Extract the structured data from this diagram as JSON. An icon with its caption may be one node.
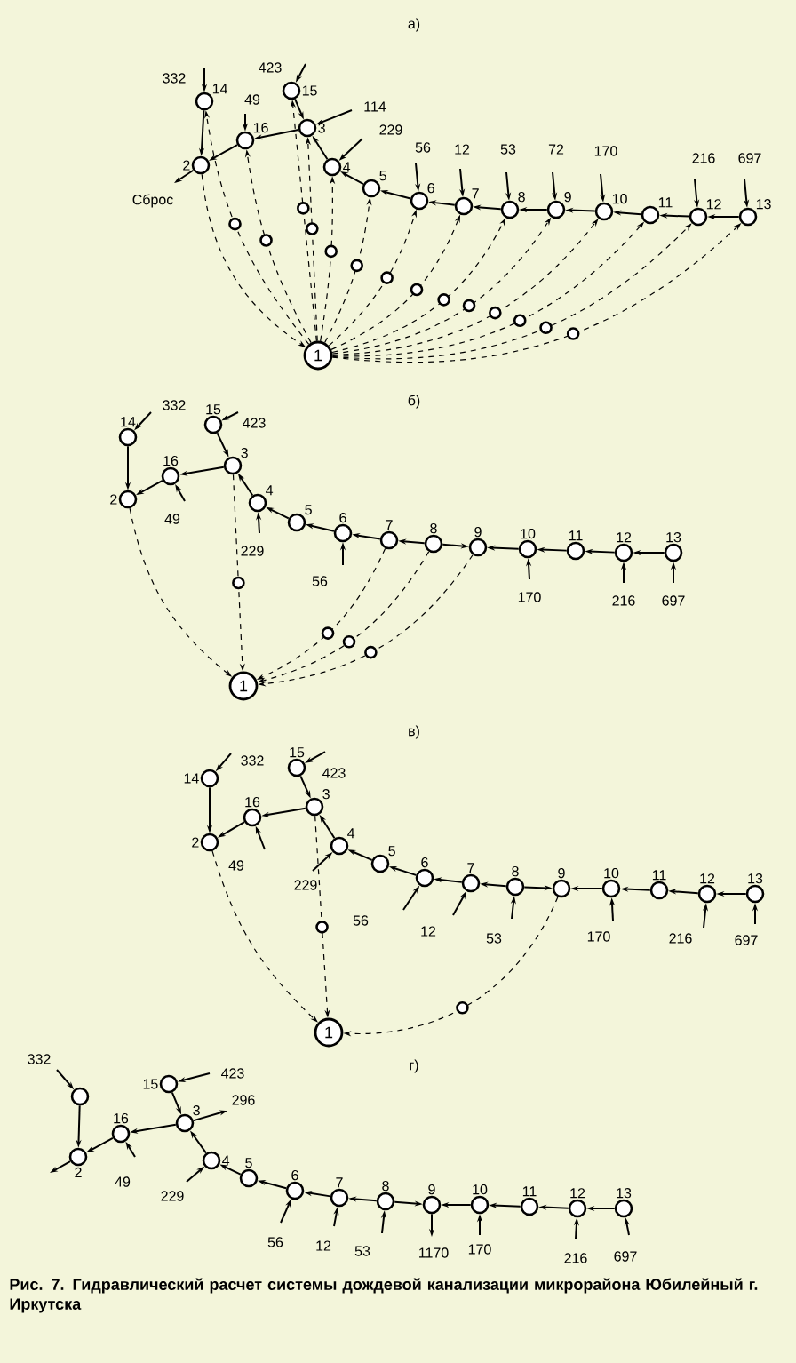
{
  "diagram": {
    "caption": "Рис. 7. Гидравлический расчет системы дождевой канализации микрорайона Юбилейный г. Иркутска",
    "nodes": [
      {
        "text": [
          "1"
        ]
      },
      {
        "text": [
          "2"
        ]
      },
      {
        "text": [
          "3"
        ]
      },
      {
        "text": [
          "4"
        ]
      },
      {
        "text": [
          "5"
        ]
      },
      {
        "text": [
          "6"
        ]
      },
      {
        "text": [
          "7"
        ]
      },
      {
        "text": [
          "8"
        ]
      },
      {
        "text": [
          "9"
        ]
      },
      {
        "text": [
          "10"
        ]
      },
      {
        "text": [
          "11"
        ]
      },
      {
        "text": [
          "12"
        ]
      },
      {
        "text": [
          "13"
        ]
      },
      {
        "text": [
          "14"
        ]
      },
      {
        "text": [
          "15"
        ]
      },
      {
        "text": [
          "16"
        ]
      },
      {
        "text": [
          "1"
        ]
      },
      {
        "text": [
          "2"
        ]
      },
      {
        "text": [
          "3"
        ]
      },
      {
        "text": [
          "4"
        ]
      },
      {
        "text": [
          "5"
        ]
      },
      {
        "text": [
          "6"
        ]
      },
      {
        "text": [
          "7"
        ]
      },
      {
        "text": [
          "8"
        ]
      },
      {
        "text": [
          "9"
        ]
      },
      {
        "text": [
          "10"
        ]
      },
      {
        "text": [
          "11"
        ]
      },
      {
        "text": [
          "12"
        ]
      },
      {
        "text": [
          "13"
        ]
      },
      {
        "text": [
          "14"
        ]
      },
      {
        "text": [
          "15"
        ]
      },
      {
        "text": [
          "16"
        ]
      },
      {
        "text": [
          "1"
        ]
      },
      {
        "text": [
          "2"
        ]
      },
      {
        "text": [
          "3"
        ]
      },
      {
        "text": [
          "4"
        ]
      },
      {
        "text": [
          "5"
        ]
      },
      {
        "text": [
          "6"
        ]
      },
      {
        "text": [
          "7"
        ]
      },
      {
        "text": [
          "8"
        ]
      },
      {
        "text": [
          "9"
        ]
      },
      {
        "text": [
          "10"
        ]
      },
      {
        "text": [
          "11"
        ]
      },
      {
        "text": [
          "12"
        ]
      },
      {
        "text": [
          "13"
        ]
      },
      {
        "text": [
          "14"
        ]
      },
      {
        "text": [
          "15"
        ]
      },
      {
        "text": [
          "16"
        ]
      },
      {
        "text": [
          "2"
        ]
      },
      {
        "text": [
          "3"
        ]
      },
      {
        "text": [
          "4"
        ]
      },
      {
        "text": [
          "5"
        ]
      },
      {
        "text": [
          "6"
        ]
      },
      {
        "text": [
          "7"
        ]
      },
      {
        "text": [
          "8"
        ]
      },
      {
        "text": [
          "9"
        ]
      },
      {
        "text": [
          "10"
        ]
      },
      {
        "text": [
          "11"
        ]
      },
      {
        "text": [
          "12"
        ]
      },
      {
        "text": [
          "13"
        ]
      },
      {
        "text": [],
        "shape": "circle"
      },
      {
        "text": [
          "15"
        ]
      },
      {
        "text": [
          "16"
        ]
      }
    ],
    "edges": [
      {
        "from": 13,
        "to": 1,
        "arrow": "to"
      },
      {
        "from": 15,
        "to": 1,
        "arrow": "to"
      },
      {
        "from": 2,
        "to": 15,
        "arrow": "to"
      },
      {
        "from": 14,
        "to": 2,
        "arrow": "to"
      },
      {
        "from": 3,
        "to": 2,
        "arrow": "to"
      },
      {
        "from": 4,
        "to": 3,
        "arrow": "to"
      },
      {
        "from": 5,
        "to": 4,
        "arrow": "to"
      },
      {
        "from": 6,
        "to": 5,
        "arrow": "to"
      },
      {
        "from": 7,
        "to": 6,
        "arrow": "to"
      },
      {
        "from": 8,
        "to": 7,
        "arrow": "to"
      },
      {
        "from": 9,
        "to": 8,
        "arrow": "to"
      },
      {
        "from": 10,
        "to": 9,
        "arrow": "to"
      },
      {
        "from": 11,
        "to": 10,
        "arrow": "to"
      },
      {
        "from": 12,
        "to": 11,
        "arrow": "to"
      },
      {
        "from": 1,
        "to": 0,
        "arrow": "to",
        "style": "dashed"
      },
      {
        "from": 0,
        "to": 13,
        "arrow": "to",
        "style": "dashed"
      },
      {
        "from": 0,
        "to": 15,
        "arrow": "to",
        "style": "dashed"
      },
      {
        "from": 0,
        "to": 14,
        "arrow": "to",
        "style": "dashed"
      },
      {
        "from": 0,
        "to": 2,
        "arrow": "to",
        "style": "dashed"
      },
      {
        "from": 0,
        "to": 3,
        "arrow": "to",
        "style": "dashed"
      },
      {
        "from": 0,
        "to": 4,
        "arrow": "to",
        "style": "dashed"
      },
      {
        "from": 0,
        "to": 5,
        "arrow": "to",
        "style": "dashed"
      },
      {
        "from": 0,
        "to": 6,
        "arrow": "to",
        "style": "dashed"
      },
      {
        "from": 0,
        "to": 7,
        "arrow": "to",
        "style": "dashed"
      },
      {
        "from": 0,
        "to": 8,
        "arrow": "to",
        "style": "dashed"
      },
      {
        "from": 0,
        "to": 9,
        "arrow": "to",
        "style": "dashed"
      },
      {
        "from": 0,
        "to": 10,
        "arrow": "to",
        "style": "dashed"
      },
      {
        "from": 0,
        "to": 11,
        "arrow": "to",
        "style": "dashed"
      },
      {
        "from": 0,
        "to": 12,
        "arrow": "to",
        "style": "dashed"
      },
      {
        "from": null,
        "to": 13,
        "arrow": "to",
        "label": "332"
      },
      {
        "from": null,
        "to": 15,
        "arrow": "to",
        "label": "49"
      },
      {
        "from": null,
        "to": 14,
        "arrow": "to",
        "label": "423"
      },
      {
        "from": null,
        "to": 2,
        "arrow": "to",
        "label": "114"
      },
      {
        "from": null,
        "to": 3,
        "arrow": "to",
        "label": "229"
      },
      {
        "from": null,
        "to": 5,
        "arrow": "to",
        "label": "56"
      },
      {
        "from": null,
        "to": 6,
        "arrow": "to",
        "label": "12"
      },
      {
        "from": null,
        "to": 7,
        "arrow": "to",
        "label": "53"
      },
      {
        "from": null,
        "to": 8,
        "arrow": "to",
        "label": "72"
      },
      {
        "from": null,
        "to": 9,
        "arrow": "to",
        "label": "170"
      },
      {
        "from": null,
        "to": 11,
        "arrow": "to",
        "label": "216"
      },
      {
        "from": null,
        "to": 12,
        "arrow": "to",
        "label": "697"
      },
      {
        "from": 1,
        "to": null,
        "arrow": "to",
        "label": "Сброс"
      },
      {
        "from": 29,
        "to": 17,
        "arrow": "to"
      },
      {
        "from": 31,
        "to": 17,
        "arrow": "to"
      },
      {
        "from": 18,
        "to": 31,
        "arrow": "to"
      },
      {
        "from": 30,
        "to": 18,
        "arrow": "to"
      },
      {
        "from": 19,
        "to": 18,
        "arrow": "to"
      },
      {
        "from": 20,
        "to": 19,
        "arrow": "to"
      },
      {
        "from": 21,
        "to": 20,
        "arrow": "to"
      },
      {
        "from": 22,
        "to": 21,
        "arrow": "to"
      },
      {
        "from": 23,
        "to": 22,
        "arrow": "to"
      },
      {
        "from": 23,
        "to": 24,
        "arrow": "to"
      },
      {
        "from": 25,
        "to": 24,
        "arrow": "to"
      },
      {
        "from": 26,
        "to": 25,
        "arrow": "to"
      },
      {
        "from": 27,
        "to": 26,
        "arrow": "to"
      },
      {
        "from": 28,
        "to": 27,
        "arrow": "to"
      },
      {
        "from": 17,
        "to": 16,
        "arrow": "to",
        "style": "dashed"
      },
      {
        "from": 18,
        "to": 16,
        "arrow": "to",
        "style": "dashed"
      },
      {
        "from": 22,
        "to": 16,
        "arrow": "to",
        "style": "dashed"
      },
      {
        "from": 23,
        "to": 16,
        "arrow": "to",
        "style": "dashed"
      },
      {
        "from": 24,
        "to": 16,
        "arrow": "to",
        "style": "dashed"
      },
      {
        "from": null,
        "to": 29,
        "arrow": "to",
        "label": "332"
      },
      {
        "from": null,
        "to": 30,
        "arrow": "to",
        "label": "423"
      },
      {
        "from": null,
        "to": 31,
        "arrow": "to",
        "label": "49"
      },
      {
        "from": null,
        "to": 19,
        "arrow": "to",
        "label": "229"
      },
      {
        "from": null,
        "to": 21,
        "arrow": "to",
        "label": "56"
      },
      {
        "from": null,
        "to": 25,
        "arrow": "to",
        "label": "170"
      },
      {
        "from": null,
        "to": 27,
        "arrow": "to",
        "label": "216"
      },
      {
        "from": null,
        "to": 28,
        "arrow": "to",
        "label": "697"
      },
      {
        "from": 45,
        "to": 33,
        "arrow": "to"
      },
      {
        "from": 47,
        "to": 33,
        "arrow": "to"
      },
      {
        "from": 34,
        "to": 47,
        "arrow": "to"
      },
      {
        "from": 46,
        "to": 34,
        "arrow": "to"
      },
      {
        "from": 35,
        "to": 34,
        "arrow": "to"
      },
      {
        "from": 36,
        "to": 35,
        "arrow": "to"
      },
      {
        "from": 37,
        "to": 36,
        "arrow": "to"
      },
      {
        "from": 38,
        "to": 37,
        "arrow": "to"
      },
      {
        "from": 39,
        "to": 38,
        "arrow": "to"
      },
      {
        "from": 39,
        "to": 40,
        "arrow": "to"
      },
      {
        "from": 41,
        "to": 40,
        "arrow": "to"
      },
      {
        "from": 42,
        "to": 41,
        "arrow": "to"
      },
      {
        "from": 43,
        "to": 42,
        "arrow": "to"
      },
      {
        "from": 44,
        "to": 43,
        "arrow": "to"
      },
      {
        "from": 33,
        "to": 32,
        "arrow": "to",
        "style": "dashed"
      },
      {
        "from": 34,
        "to": 32,
        "arrow": "to",
        "style": "dashed"
      },
      {
        "from": 40,
        "to": 32,
        "arrow": "to",
        "style": "dashed"
      },
      {
        "from": null,
        "to": 45,
        "arrow": "to",
        "label": "332"
      },
      {
        "from": null,
        "to": 46,
        "arrow": "to",
        "label": "423"
      },
      {
        "from": null,
        "to": 47,
        "arrow": "to",
        "label": "49"
      },
      {
        "from": null,
        "to": 35,
        "arrow": "to",
        "label": "229"
      },
      {
        "from": null,
        "to": 37,
        "arrow": "to",
        "label": "56"
      },
      {
        "from": null,
        "to": 38,
        "arrow": "to",
        "label": "12"
      },
      {
        "from": null,
        "to": 39,
        "arrow": "to",
        "label": "53"
      },
      {
        "from": null,
        "to": 41,
        "arrow": "to",
        "label": "170"
      },
      {
        "from": null,
        "to": 43,
        "arrow": "to",
        "label": "216"
      },
      {
        "from": null,
        "to": 44,
        "arrow": "to",
        "label": "697"
      },
      {
        "from": 60,
        "to": 48,
        "arrow": "to"
      },
      {
        "from": 62,
        "to": 48,
        "arrow": "to"
      },
      {
        "from": 49,
        "to": 62,
        "arrow": "to"
      },
      {
        "from": 61,
        "to": 49,
        "arrow": "to"
      },
      {
        "from": 50,
        "to": 49,
        "arrow": "to"
      },
      {
        "from": 51,
        "to": 50,
        "arrow": "to"
      },
      {
        "from": 52,
        "to": 51,
        "arrow": "to"
      },
      {
        "from": 53,
        "to": 52,
        "arrow": "to"
      },
      {
        "from": 54,
        "to": 53,
        "arrow": "to"
      },
      {
        "from": 54,
        "to": 55,
        "arrow": "to"
      },
      {
        "from": 56,
        "to": 55,
        "arrow": "to"
      },
      {
        "from": 57,
        "to": 56,
        "arrow": "to"
      },
      {
        "from": 58,
        "to": 57,
        "arrow": "to"
      },
      {
        "from": 59,
        "to": 58,
        "arrow": "to"
      },
      {
        "from": null,
        "to": 60,
        "arrow": "to",
        "label": "332"
      },
      {
        "from": null,
        "to": 61,
        "arrow": "to",
        "label": "423"
      },
      {
        "from": 49,
        "to": null,
        "arrow": "to",
        "label": "296"
      },
      {
        "from": 48,
        "to": null,
        "arrow": "to"
      },
      {
        "from": null,
        "to": 62,
        "arrow": "to",
        "label": "49"
      },
      {
        "from": null,
        "to": 50,
        "arrow": "to",
        "label": "229"
      },
      {
        "from": null,
        "to": 52,
        "arrow": "to",
        "label": "56"
      },
      {
        "from": null,
        "to": 53,
        "arrow": "to",
        "label": "12"
      },
      {
        "from": null,
        "to": 54,
        "arrow": "to",
        "label": "53"
      },
      {
        "from": 55,
        "to": null,
        "arrow": "to",
        "label": "1170"
      },
      {
        "from": null,
        "to": 56,
        "arrow": "to",
        "label": "170"
      },
      {
        "from": null,
        "to": 58,
        "arrow": "to",
        "label": "216"
      },
      {
        "from": null,
        "to": 59,
        "arrow": "to",
        "label": "697"
      }
    ],
    "labels": [
      "а)",
      "б)",
      "в)",
      "г)"
    ]
  }
}
